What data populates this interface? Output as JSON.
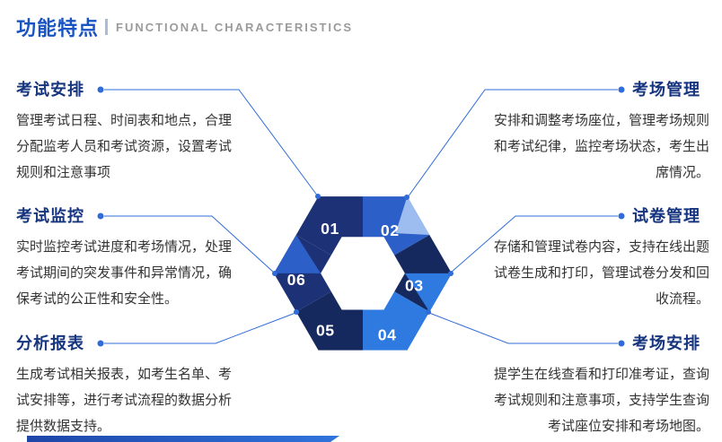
{
  "header": {
    "title_cn": "功能特点",
    "title_en": "FUNCTIONAL CHARACTERISTICS"
  },
  "features": {
    "left": [
      {
        "title": "考试安排",
        "desc": "管理考试日程、时间表和地点，合理分配监考人员和考试资源，设置考试规则和注意事项"
      },
      {
        "title": "考试监控",
        "desc": "实时监控考试进度和考场情况，处理考试期间的突发事件和异常情况，确保考试的公正性和安全性。"
      },
      {
        "title": "分析报表",
        "desc": "生成考试相关报表，如考生名单、考试安排等，进行考试流程的数据分析提供数据支持。"
      }
    ],
    "right": [
      {
        "title": "考场管理",
        "desc": "安排和调整考场座位，管理考场规则和考试纪律，监控考场状态，考生出席情况。"
      },
      {
        "title": "试卷管理",
        "desc": "存储和管理试卷内容，支持在线出题试卷生成和打印，管理试卷分发和回收流程。"
      },
      {
        "title": "考场安排",
        "desc": "提学生在线查看和打印准考证，查询考试规则和注意事项，支持学生查询考试座位安排和考场地图。"
      }
    ]
  },
  "hexagon": {
    "numbers": [
      "01",
      "02",
      "03",
      "04",
      "05",
      "06"
    ]
  },
  "colors": {
    "navy": "#1d3176",
    "navy_dark": "#16295f",
    "medium_blue": "#2c5fc7",
    "bright_blue": "#2e7ae0",
    "light_blue": "#9dbdf0",
    "accent_blue": "#2f6cd8",
    "heading_blue": "#1a53c2",
    "heading_gray": "#9b9b9b",
    "feature_title_blue": "#16357e",
    "body_text": "#333333"
  }
}
